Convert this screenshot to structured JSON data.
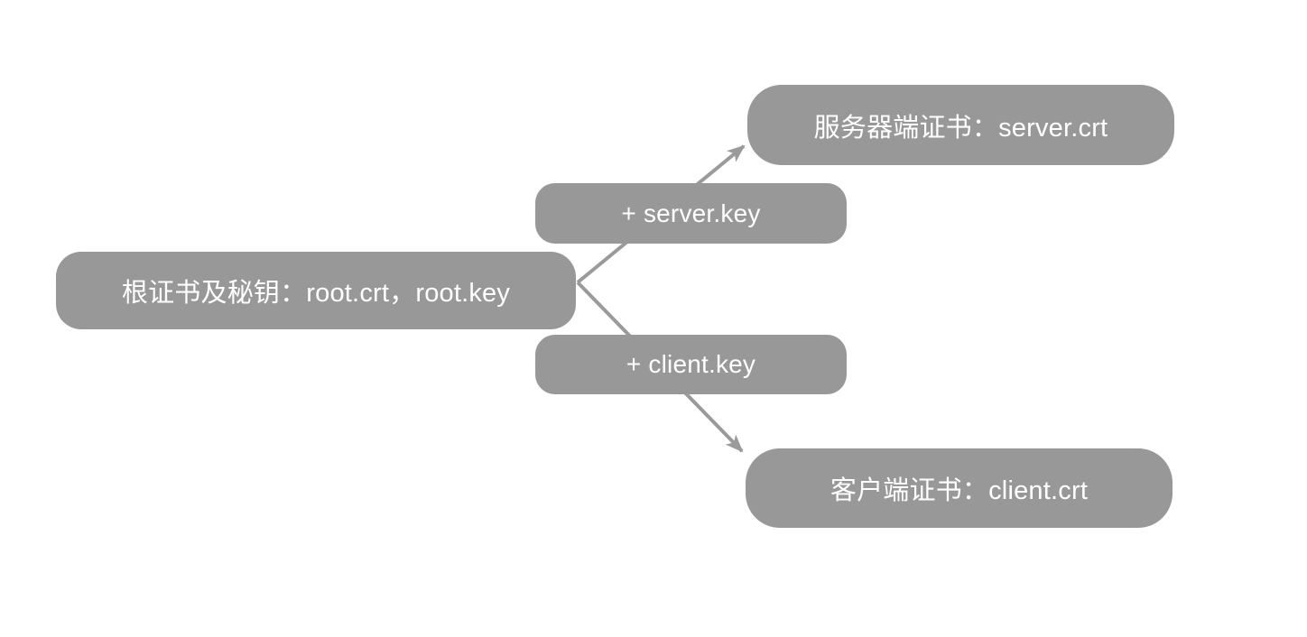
{
  "diagram": {
    "nodes": [
      {
        "id": "root-cert",
        "label": "根证书及秘钥：root.crt，root.key"
      },
      {
        "id": "plus-server-key",
        "label": "+ server.key"
      },
      {
        "id": "plus-client-key",
        "label": "+ client.key"
      },
      {
        "id": "server-cert",
        "label": "服务器端证书：server.crt"
      },
      {
        "id": "client-cert",
        "label": "客户端证书：client.crt"
      }
    ],
    "edges": [
      {
        "from": "root-cert",
        "through": "plus-server-key",
        "to": "server-cert"
      },
      {
        "from": "root-cert",
        "through": "plus-client-key",
        "to": "client-cert"
      }
    ]
  },
  "colors": {
    "background": "#ffffff",
    "node_fill": "#989898",
    "node_text": "#ffffff",
    "arrow": "#9a9a9a"
  }
}
